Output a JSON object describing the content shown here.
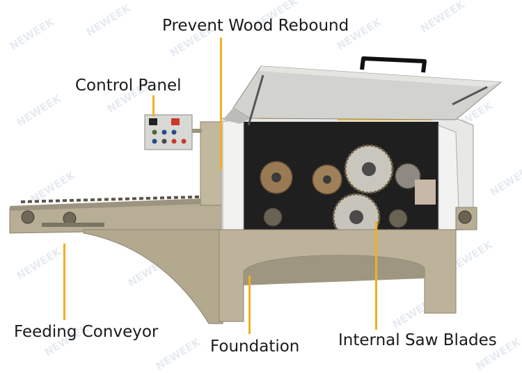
{
  "watermark": "NEWEEK",
  "labels": {
    "prevent_rebound": "Prevent Wood Rebound",
    "control_panel": "Control Panel",
    "feeding_conveyor": "Feeding Conveyor",
    "foundation": "Foundation",
    "internal_saw_blades": "Internal Saw Blades"
  },
  "colors": {
    "leader_line": "#f2b01e",
    "machine_body": "#bcb29a",
    "hood": "#cfcfcc"
  }
}
